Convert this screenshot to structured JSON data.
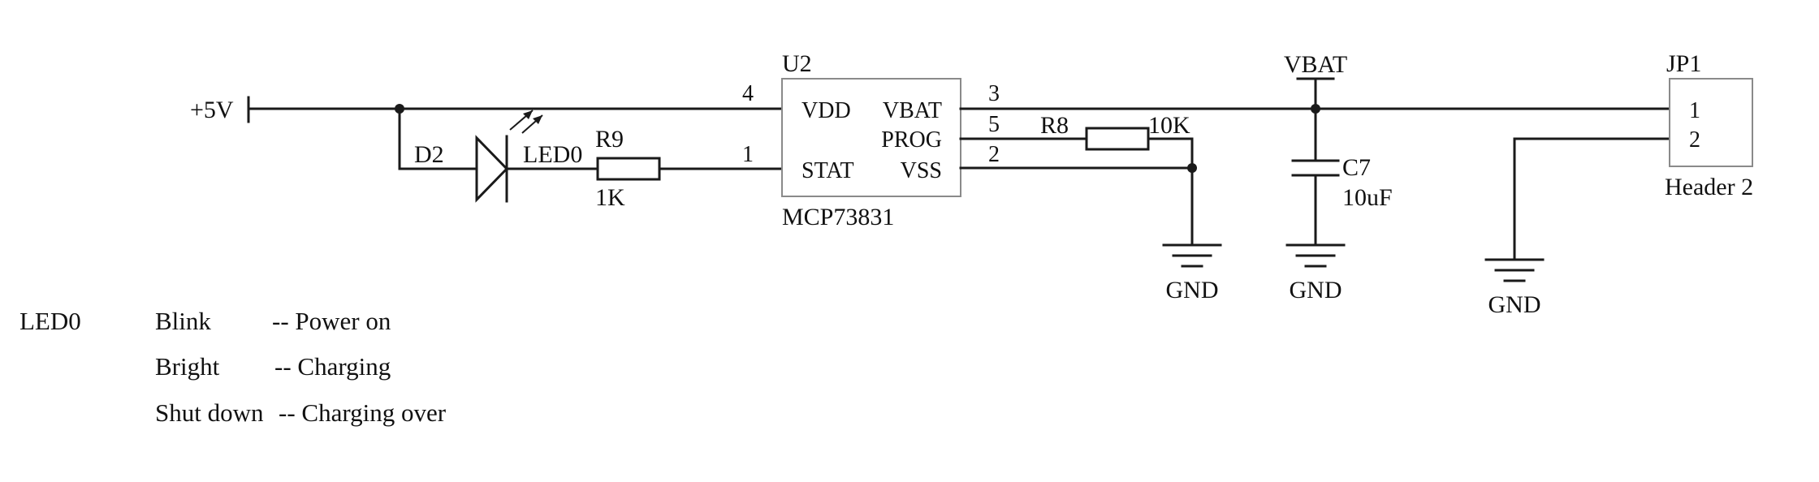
{
  "supply": {
    "label": "+5V"
  },
  "u2": {
    "ref": "U2",
    "part": "MCP73831",
    "pins": [
      {
        "num": "4",
        "name": "VDD"
      },
      {
        "num": "1",
        "name": "STAT"
      },
      {
        "num": "3",
        "name": "VBAT"
      },
      {
        "num": "5",
        "name": "PROG"
      },
      {
        "num": "2",
        "name": "VSS"
      }
    ]
  },
  "d2": {
    "ref": "D2",
    "net": "LED0"
  },
  "r9": {
    "ref": "R9",
    "value": "1K"
  },
  "r8": {
    "ref": "R8",
    "value": "10K"
  },
  "vbat": {
    "label": "VBAT"
  },
  "c7": {
    "ref": "C7",
    "value": "10uF"
  },
  "jp1": {
    "ref": "JP1",
    "pins": [
      "1",
      "2"
    ],
    "name": "Header 2"
  },
  "gnd": {
    "label": "GND"
  },
  "notes": {
    "title": "LED0",
    "rows": [
      {
        "state": "Blink",
        "meaning": "-- Power on"
      },
      {
        "state": "Bright",
        "meaning": "-- Charging"
      },
      {
        "state": "Shut down",
        "meaning": "-- Charging over"
      }
    ]
  }
}
